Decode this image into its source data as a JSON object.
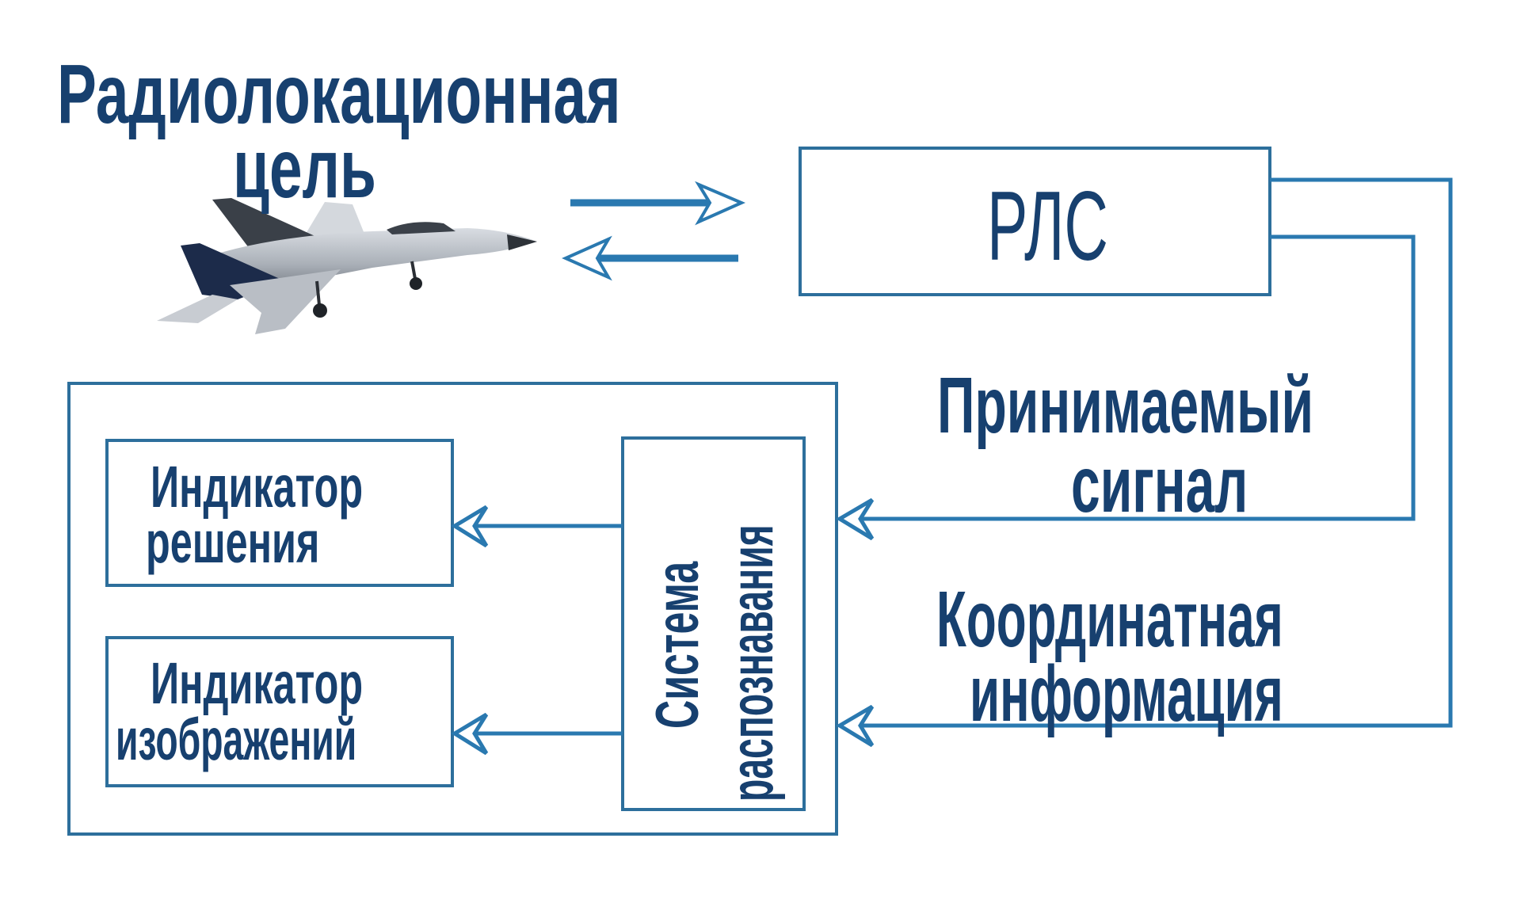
{
  "diagram": {
    "target": {
      "title_line1": "Радиолокационная",
      "title_line2": "цель",
      "icon": "fighter-jet"
    },
    "radar": {
      "label": "РЛС"
    },
    "links": {
      "received_signal": {
        "line1": "Принимаемый",
        "line2": "сигнал"
      },
      "coordinate_info": {
        "line1": "Координатная",
        "line2": "информация"
      }
    },
    "recognition_system": {
      "line1": "Система",
      "line2": "распознавания"
    },
    "decision_indicator": {
      "line1": "Индикатор",
      "line2": "решения"
    },
    "image_indicator": {
      "line1": "Индикатор",
      "line2": "изображений"
    },
    "edges": [
      {
        "from": "radar",
        "to": "target",
        "kind": "emitted-wave"
      },
      {
        "from": "target",
        "to": "radar",
        "kind": "reflected-wave"
      },
      {
        "from": "radar",
        "to": "recognition_system",
        "label": "received_signal"
      },
      {
        "from": "radar",
        "to": "recognition_system",
        "label": "coordinate_info"
      },
      {
        "from": "recognition_system",
        "to": "decision_indicator"
      },
      {
        "from": "recognition_system",
        "to": "image_indicator"
      }
    ],
    "colors": {
      "line": "#2a79b0",
      "box_border": "#2d6f9c",
      "text": "#17406f",
      "background": "#ffffff"
    }
  }
}
